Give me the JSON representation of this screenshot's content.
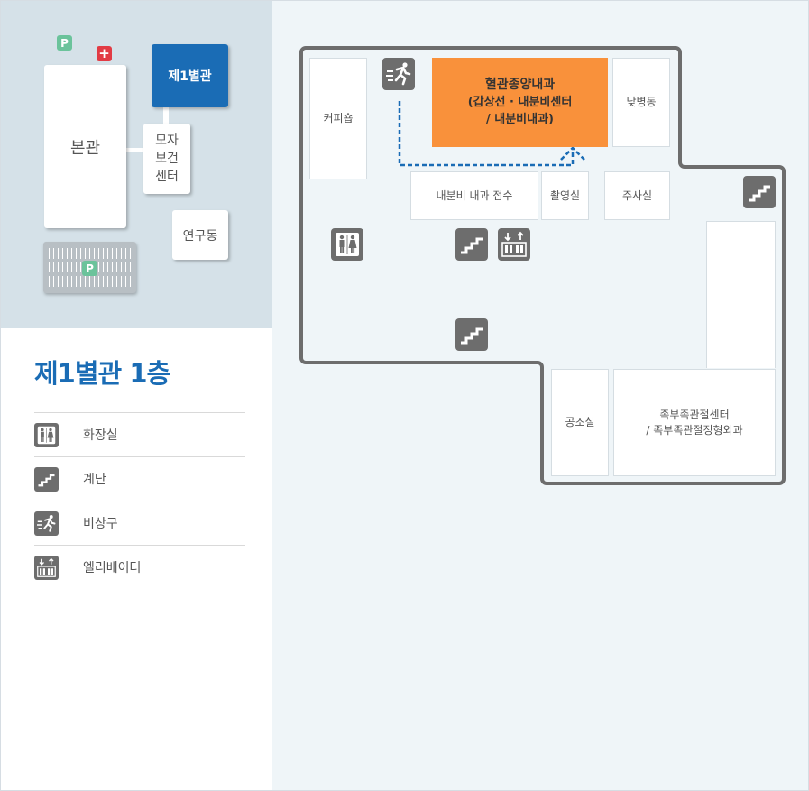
{
  "campus": {
    "main_building": "본관",
    "annex": "제1별관",
    "maternal_health": [
      "모자",
      "보건",
      "센터"
    ],
    "research": "연구동",
    "parking_label": "P",
    "hospital_mark": "+"
  },
  "floor": {
    "title": "제1별관 1층"
  },
  "legend": [
    {
      "icon": "restroom-icon",
      "label": "화장실"
    },
    {
      "icon": "stairs-icon",
      "label": "계단"
    },
    {
      "icon": "emergency-exit-icon",
      "label": "비상구"
    },
    {
      "icon": "elevator-icon",
      "label": "엘리베이터"
    }
  ],
  "rooms": {
    "coffee": "커피숍",
    "highlight": {
      "line1": "혈관종양내과",
      "line2": "(갑상선 · 내분비센터",
      "line3": "/ 내분비내과)"
    },
    "day_ward": "낮병동",
    "endocrine_reception": "내분비 내과 접수",
    "imaging": "촬영실",
    "injection": "주사실",
    "hvac": "공조실",
    "foot_ankle": {
      "line1": "족부족관절센터",
      "line2": "/ 족부족관절정형외과"
    }
  },
  "colors": {
    "brand": "#1a6cb5",
    "highlight": "#f9913b",
    "icon_bg": "#6d6d6d",
    "route": "#1a6cb5"
  }
}
